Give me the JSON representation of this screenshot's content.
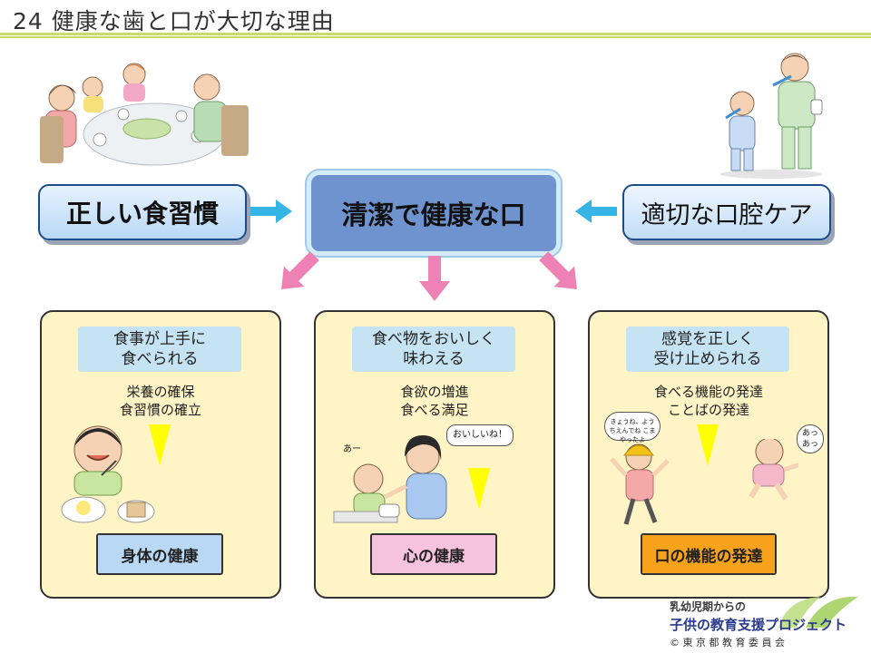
{
  "title": "24 健康な歯と口が大切な理由",
  "top": {
    "left": "正しい食習慣",
    "center": "清潔で健康な口",
    "right": "適切な口腔ケア"
  },
  "panels": [
    {
      "head_line1": "食事が上手に",
      "head_line2": "食べられる",
      "sub_line1": "栄養の確保",
      "sub_line2": "食習慣の確立",
      "foot": "身体の健康",
      "foot_color": "#b9d8f4"
    },
    {
      "head_line1": "食べ物をおいしく",
      "head_line2": "味わえる",
      "sub_line1": "食欲の増進",
      "sub_line2": "食べる満足",
      "foot": "心の健康",
      "foot_color": "#f6c3de",
      "speech": "おいしいね！",
      "baby_sound": "あー"
    },
    {
      "head_line1": "感覚を正しく",
      "head_line2": "受け止められる",
      "sub_line1": "食べる機能の発達",
      "sub_line2": "ことばの発達",
      "foot": "口の機能の発達",
      "foot_color": "#f6a21a",
      "speech_child": "きょうね、ようちえんでね こまやったよ",
      "speech_baby": "あっ あっ"
    }
  ],
  "logo": {
    "line1": "乳幼児期からの",
    "line2": "子供の教育支援プロジェクト",
    "line3": "© 東 京 都 教 育 委 員 会"
  },
  "colors": {
    "pink_arrow": "#ee82b4",
    "blue_arrow": "#35b4e6",
    "title_rule": "#c9dc6a"
  }
}
